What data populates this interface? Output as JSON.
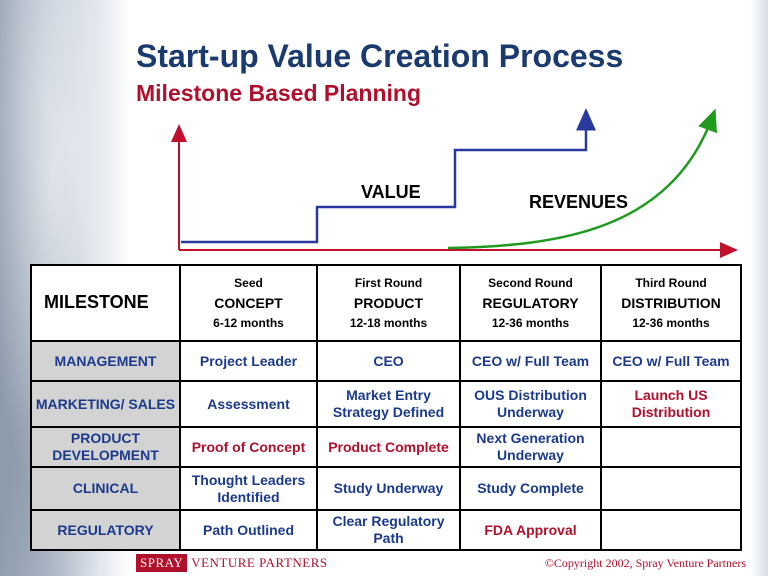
{
  "slide": {
    "title": "Start-up Value Creation Process",
    "subtitle": "Milestone Based Planning"
  },
  "chart": {
    "value_label": "VALUE",
    "revenues_label": "REVENUES",
    "value_line_color": "#2a3a9c",
    "revenues_line_color": "#1f9a1f",
    "axis_color": "#c0102c"
  },
  "table": {
    "milestone_header": "MILESTONE",
    "stages": [
      {
        "round": "Seed",
        "name": "CONCEPT",
        "duration": "6-12 months"
      },
      {
        "round": "First Round",
        "name": "PRODUCT",
        "duration": "12-18 months"
      },
      {
        "round": "Second Round",
        "name": "REGULATORY",
        "duration": "12-36 months"
      },
      {
        "round": "Third Round",
        "name": "DISTRIBUTION",
        "duration": "12-36 months"
      }
    ],
    "rows": [
      {
        "label": "MANAGEMENT",
        "cells": [
          "Project Leader",
          "CEO",
          "CEO w/ Full Team",
          "CEO w/ Full Team"
        ]
      },
      {
        "label": "MARKETING/ SALES",
        "cells": [
          "Assessment",
          "Market Entry Strategy Defined",
          "OUS Distribution Underway",
          "Launch US Distribution"
        ]
      },
      {
        "label": "PRODUCT DEVELOPMENT",
        "cells": [
          "Proof of Concept",
          "Product Complete",
          "Next Generation Underway",
          ""
        ]
      },
      {
        "label": "CLINICAL",
        "cells": [
          "Thought Leaders Identified",
          "Study Underway",
          "Study Complete",
          ""
        ]
      },
      {
        "label": "REGULATORY",
        "cells": [
          "Path Outlined",
          "Clear Regulatory Path",
          "FDA Approval",
          ""
        ]
      }
    ],
    "colors": {
      "blue": "#1b3a8c",
      "red": "#b0102c"
    }
  },
  "footer": {
    "brand_first": "SPRAY",
    "brand_rest": "VENTURE PARTNERS",
    "copyright": "©Copyright 2002, Spray Venture Partners"
  }
}
